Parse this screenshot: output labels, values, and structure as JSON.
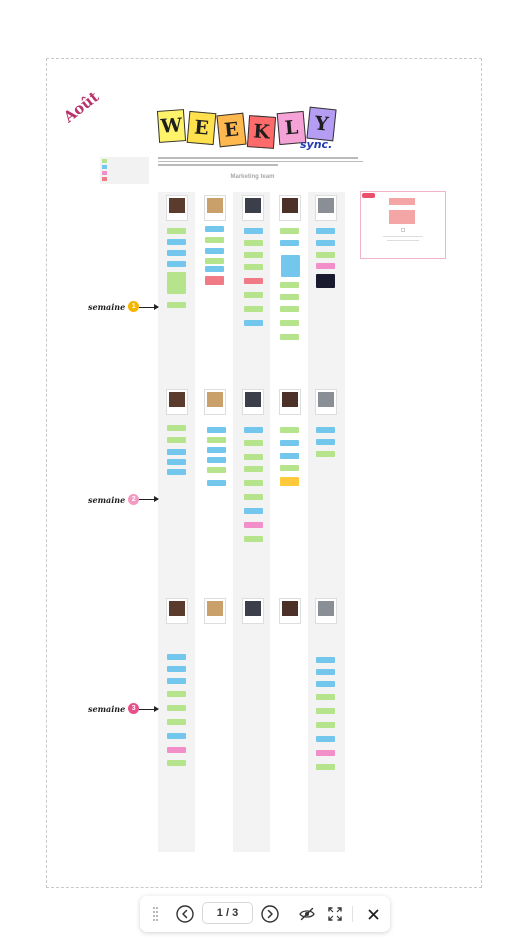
{
  "board": {
    "month_title": "Août",
    "logo_letters": [
      "W",
      "E",
      "E",
      "K",
      "L",
      "Y"
    ],
    "logo_sub": "sync.",
    "team_label": "Marketing team",
    "semaines": [
      {
        "label": "semaine",
        "number": "1",
        "color": "#f5b400"
      },
      {
        "label": "semaine",
        "number": "2",
        "color": "#f49ac1"
      },
      {
        "label": "semaine",
        "number": "3",
        "color": "#e8508b"
      }
    ]
  },
  "toolbar": {
    "page_indicator": "1 / 3"
  }
}
